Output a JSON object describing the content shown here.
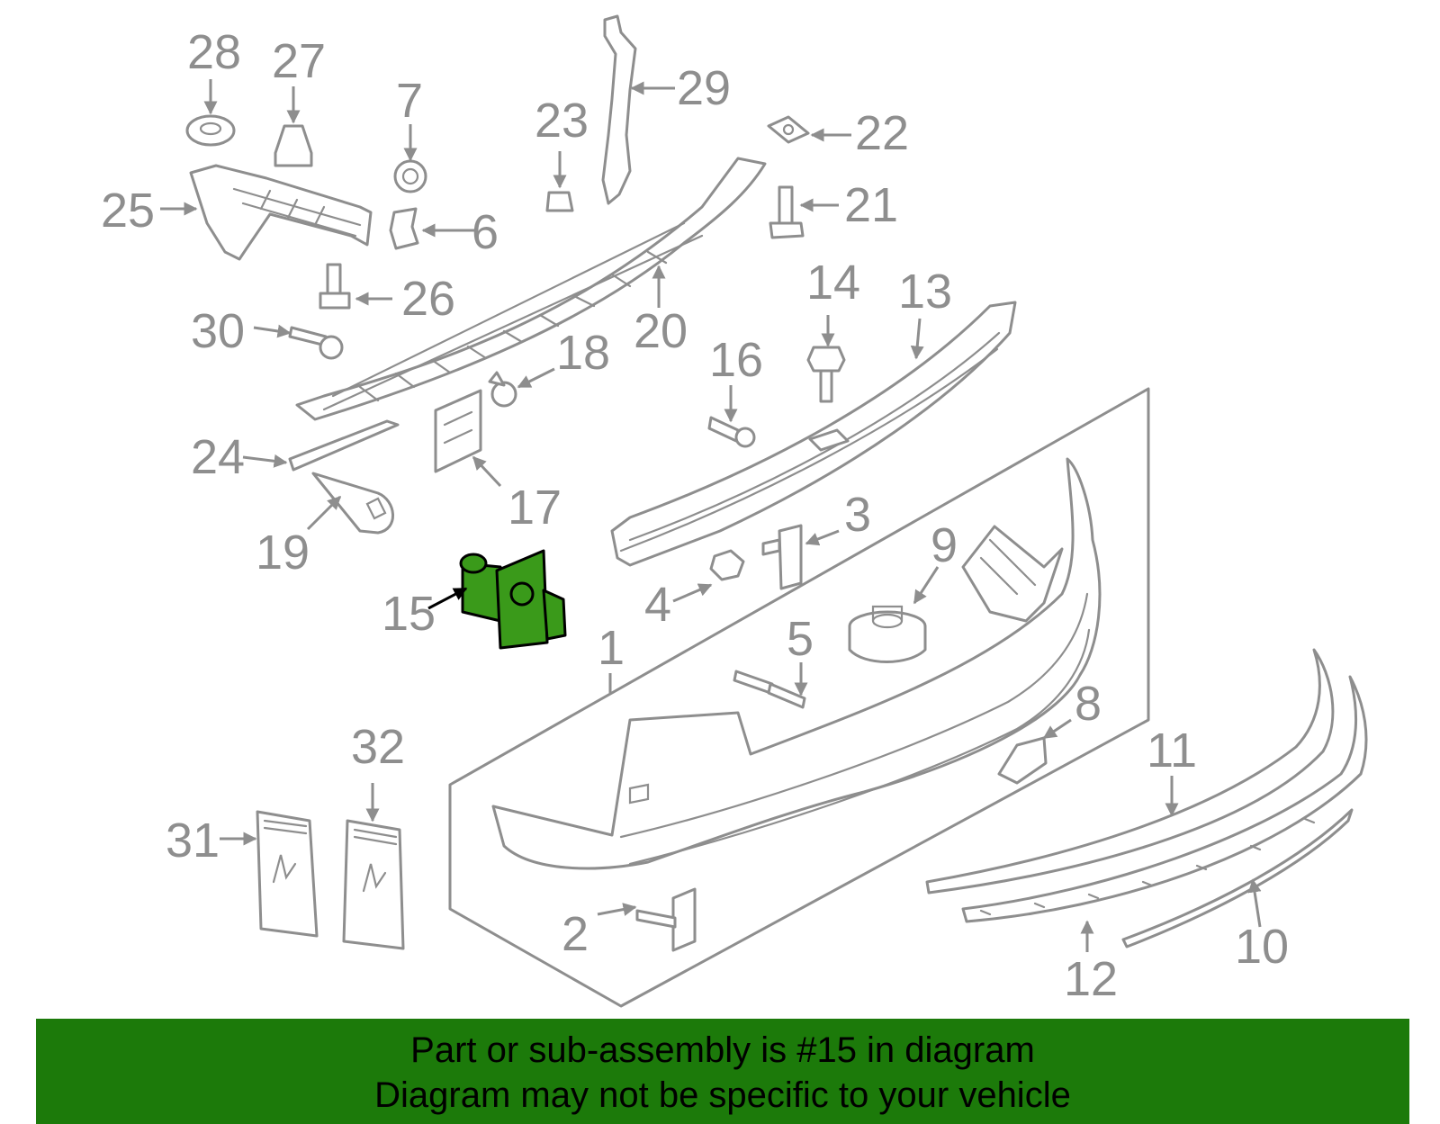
{
  "highlight": {
    "part": "15",
    "color": "#3a9a1a"
  },
  "callouts": {
    "c1": "1",
    "c2": "2",
    "c3": "3",
    "c4": "4",
    "c5": "5",
    "c6": "6",
    "c7": "7",
    "c8": "8",
    "c9": "9",
    "c10": "10",
    "c11": "11",
    "c12": "12",
    "c13": "13",
    "c14": "14",
    "c15": "15",
    "c16": "16",
    "c17": "17",
    "c18": "18",
    "c19": "19",
    "c20": "20",
    "c21": "21",
    "c22": "22",
    "c23": "23",
    "c24": "24",
    "c25": "25",
    "c26": "26",
    "c27": "27",
    "c28": "28",
    "c29": "29",
    "c30": "30",
    "c31": "31",
    "c32": "32"
  },
  "footer": {
    "line1": "Part or sub-assembly is #15 in diagram",
    "line2": "Diagram may not be specific to your vehicle",
    "background": "#1c7a0a"
  }
}
